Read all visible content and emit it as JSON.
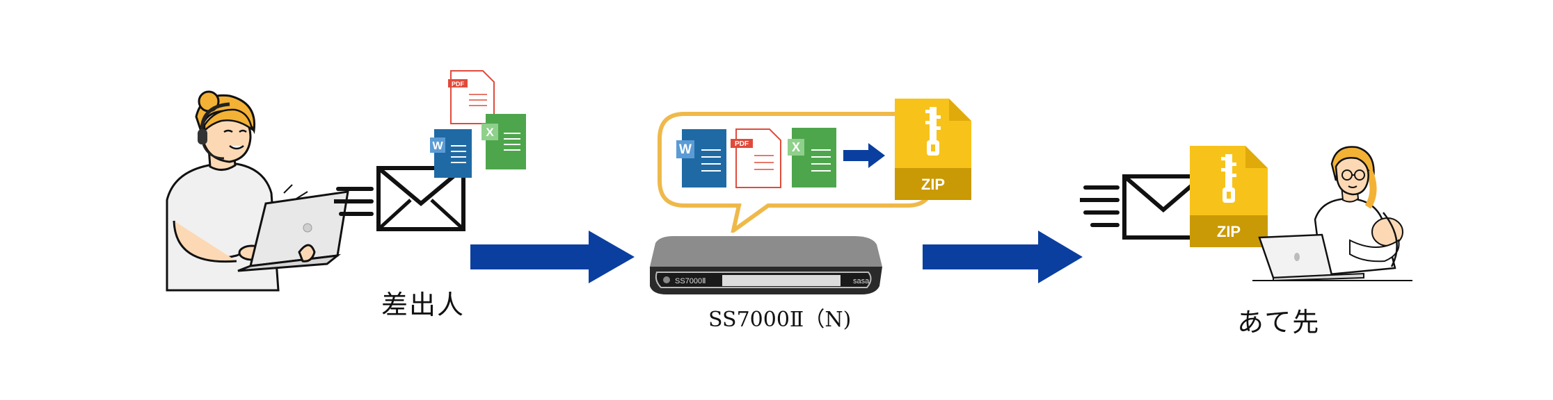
{
  "sender": {
    "label": "差出人"
  },
  "device": {
    "label": "SS7000Ⅱ（N)",
    "front_model": "SS7000Ⅱ",
    "front_brand": "sasa"
  },
  "recipient": {
    "label": "あて先"
  },
  "file_icons": {
    "word": "W",
    "pdf": "PDF",
    "excel": "X",
    "zip": "ZIP"
  },
  "colors": {
    "arrow": "#0a3fa0",
    "zip_yellow": "#f7c31a",
    "zip_band": "#c99a06",
    "word": "#1f6aa5",
    "excel": "#4ea64c",
    "pdf": "#e04a3a",
    "bubble": "#efb94a"
  }
}
